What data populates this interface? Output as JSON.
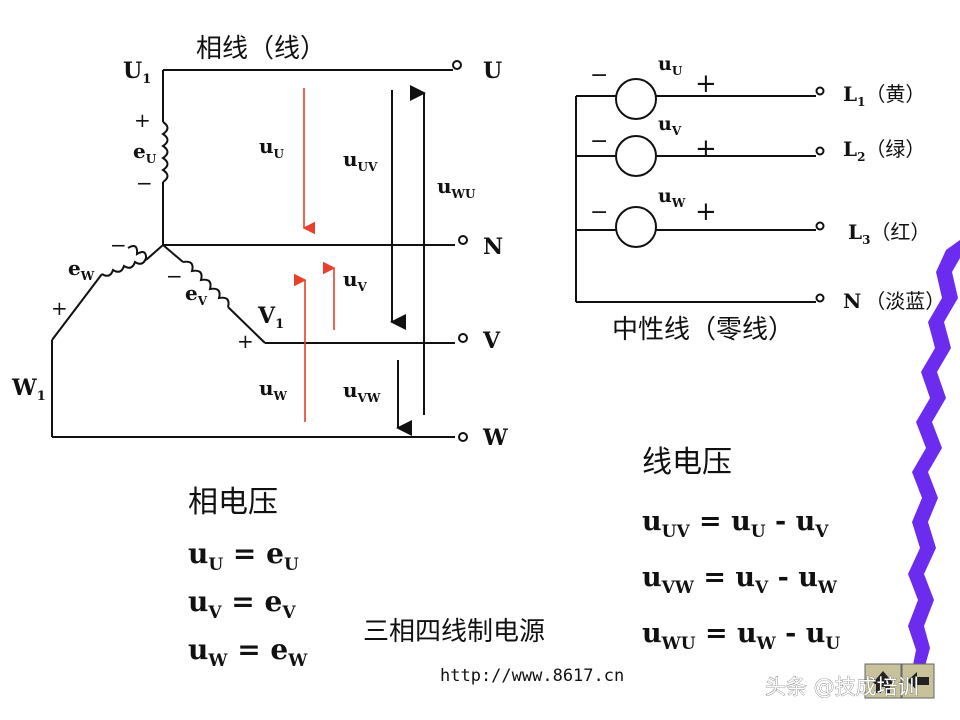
{
  "left_diagram": {
    "phase_line_caption": "相线（线）",
    "winding_labels": {
      "u1": "U",
      "u1_sub": "1",
      "v1": "V",
      "v1_sub": "1",
      "w1": "W",
      "w1_sub": "1"
    },
    "emf_labels": {
      "eu": "e",
      "eu_sub": "U",
      "ev": "e",
      "ev_sub": "V",
      "ew": "e",
      "ew_sub": "W"
    },
    "polarity": {
      "plus": "+",
      "minus": "−"
    },
    "terminals": {
      "u": "U",
      "n": "N",
      "v": "V",
      "w": "W"
    },
    "voltage_labels": {
      "uu": "u",
      "uu_sub": "U",
      "uv": "u",
      "uv_sub": "V",
      "uw": "u",
      "uw_sub": "W",
      "uuv": "u",
      "uuv_sub": "UV",
      "uvw": "u",
      "uvw_sub": "VW",
      "uwu": "u",
      "uwu_sub": "WU"
    }
  },
  "right_diagram": {
    "source_labels": {
      "uu": "u",
      "uu_sub": "U",
      "uv": "u",
      "uv_sub": "V",
      "uw": "u",
      "uw_sub": "W"
    },
    "polarity": {
      "plus": "+",
      "minus": "−"
    },
    "lines": {
      "l1": "L",
      "l1_sub": "1",
      "l1_color": "（黄）",
      "l2": "L",
      "l2_sub": "2",
      "l2_color": "（绿）",
      "l3": "L",
      "l3_sub": "3",
      "l3_color": "（红）",
      "n": "N",
      "n_color": "（淡蓝）"
    },
    "neutral_caption": "中性线（零线）"
  },
  "phase_voltage": {
    "title": "相电压",
    "eq1": {
      "lhs": "u",
      "lhs_sub": "U",
      "op": " = ",
      "rhs": "e",
      "rhs_sub": "U"
    },
    "eq2": {
      "lhs": "u",
      "lhs_sub": "V",
      "op": " = ",
      "rhs": "e",
      "rhs_sub": "V"
    },
    "eq3": {
      "lhs": "u",
      "lhs_sub": "W",
      "op": " = ",
      "rhs": "e",
      "rhs_sub": "W"
    }
  },
  "line_voltage": {
    "title": "线电压",
    "eq1": {
      "lhs": "u",
      "lhs_sub": "UV",
      "op": " = ",
      "a": "u",
      "a_sub": "U",
      "minus": " - ",
      "b": "u",
      "b_sub": "V"
    },
    "eq2": {
      "lhs": "u",
      "lhs_sub": "VW",
      "op": " = ",
      "a": "u",
      "a_sub": "V",
      "minus": " - ",
      "b": "u",
      "b_sub": "W"
    },
    "eq3": {
      "lhs": "u",
      "lhs_sub": "WU",
      "op": " = ",
      "a": "u",
      "a_sub": "W",
      "minus": " - ",
      "b": "u",
      "b_sub": "U"
    }
  },
  "footer": {
    "caption": "三相四线制电源",
    "url": "http://www.8617.cn",
    "watermark": "头条 @技成培训"
  },
  "colors": {
    "ink": "#111111",
    "red_arrow": "#e8402a",
    "purple_edge": "#6b2cf0",
    "nav_button": "#c7c29a"
  },
  "icons": {
    "home_button": "home-icon",
    "back_button": "back-arrow-icon"
  }
}
